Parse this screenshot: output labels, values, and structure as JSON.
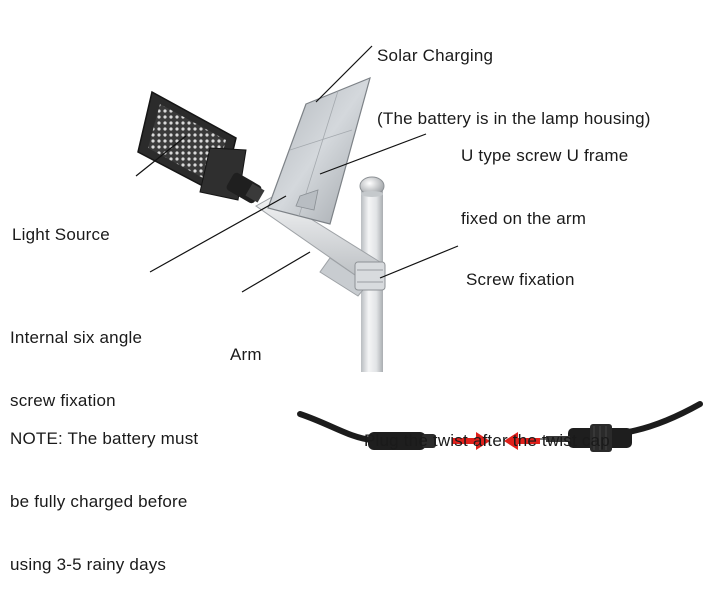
{
  "labels": {
    "solar": [
      "Solar Charging",
      "(The battery is in the lamp housing)"
    ],
    "u_frame": [
      "U type screw U frame",
      "fixed on the arm"
    ],
    "light_source": [
      "Light Source"
    ],
    "screw_fixation": [
      "Screw fixation"
    ],
    "internal_screw": [
      "Internal six angle",
      "screw fixation"
    ],
    "arm": [
      "Arm"
    ],
    "note": [
      "NOTE: The battery must",
      "be fully charged before",
      "using 3-5 rainy days"
    ],
    "plug": [
      "Plug the twist after the twist cap"
    ]
  },
  "colors": {
    "text": "#1a1a1a",
    "leader_line": "#111111",
    "arrow": "#e0201b",
    "panel": "#c9ced4",
    "pole": "#e6e8ea",
    "lamp": "#2a2a2a",
    "cable": "#1c1c1c"
  },
  "icons": [
    "street-lamp-illustration",
    "solar-panel",
    "pole",
    "cable-connector",
    "red-arrow-icon"
  ]
}
